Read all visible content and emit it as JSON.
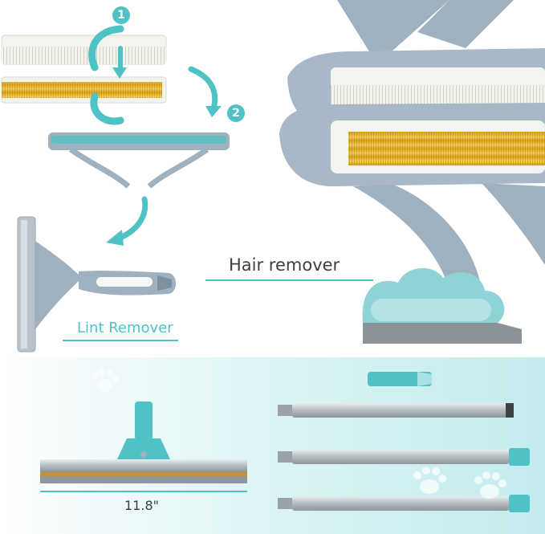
{
  "colors": {
    "teal": "#4fc2c6",
    "grey_blue": "#9fb0bf",
    "gold": "#e6b52a",
    "background_band": "#d6f0f2"
  },
  "steps": {
    "step1": "1",
    "step2": "2"
  },
  "labels": {
    "hair_remover": "Hair remover",
    "lint_remover": "Lint Remover",
    "dimension": "11.8\""
  },
  "icons": [
    "rotate-arrow-icon",
    "curved-arrow-icon",
    "paw-print-icon"
  ]
}
